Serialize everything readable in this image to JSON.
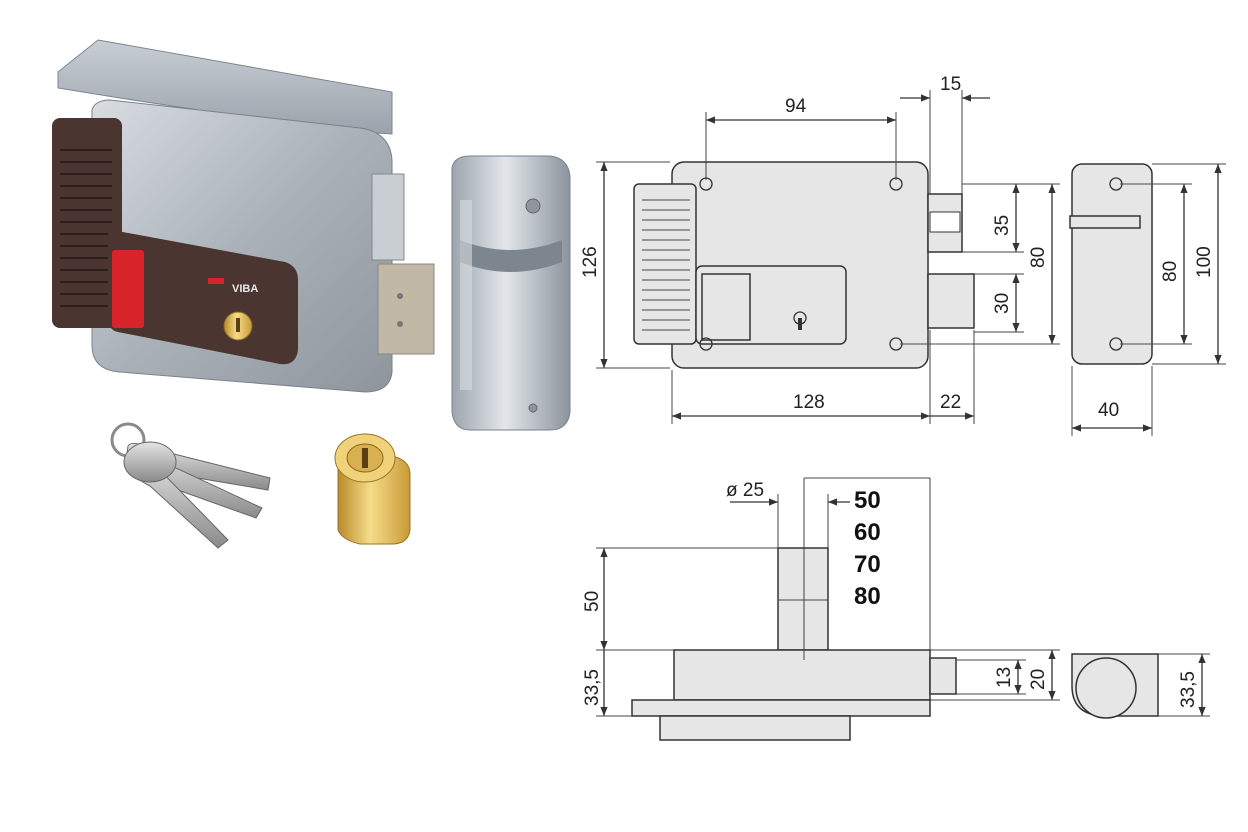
{
  "product": {
    "brand_label": "VIBA"
  },
  "front_view": {
    "width_94": "94",
    "width_15": "15",
    "height_126": "126",
    "height_35": "35",
    "height_80": "80",
    "height_30": "30",
    "length_128": "128",
    "length_22": "22"
  },
  "side_keeper_view": {
    "height_80": "80",
    "height_100": "100",
    "width_40": "40"
  },
  "top_view": {
    "diameter_label": "ø 25",
    "cylinder_lengths": [
      "50",
      "60",
      "70",
      "80"
    ],
    "height_50": "50",
    "depth_33_5": "33,5",
    "bolt_13": "13",
    "bolt_20": "20"
  },
  "keeper_top_view": {
    "depth_33_5": "33,5"
  },
  "colors": {
    "housing_grey": "#b9bfc6",
    "button_brown": "#4a3530",
    "button_red": "#d8232a",
    "brass": "#e2b850",
    "drawing_fill": "#e6e6e6"
  }
}
